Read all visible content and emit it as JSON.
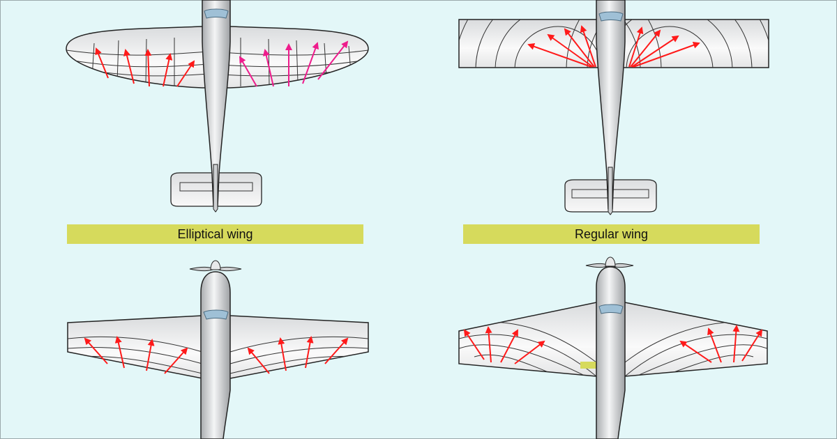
{
  "captions": {
    "elliptical": "Elliptical wing",
    "regular": "Regular wing"
  },
  "colors": {
    "background": "#e3f7f8",
    "caption_bar": "#d6da5c",
    "lift_arrow_red": "#ff1a1a",
    "lift_arrow_magenta": "#ee1c8c",
    "airframe": "#e2e4e6",
    "canopy": "#9fc0d6",
    "outline": "#222222"
  },
  "icons": {
    "arrow": "lift-arrow",
    "propeller": "propeller-icon",
    "canopy": "canopy-icon"
  }
}
